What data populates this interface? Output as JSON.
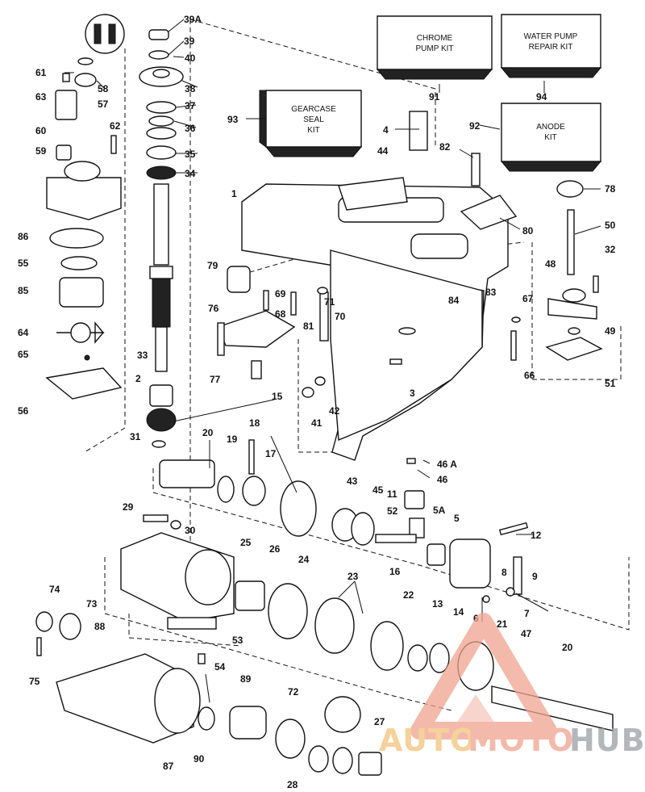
{
  "kits": [
    {
      "id": "chrome",
      "line1": "CHROME",
      "line2": "PUMP KIT",
      "line3": "",
      "number": "91"
    },
    {
      "id": "water",
      "line1": "WATER PUMP",
      "line2": "REPAIR KIT",
      "line3": "",
      "number": "94"
    },
    {
      "id": "anode",
      "line1": "ANODE",
      "line2": "KIT",
      "line3": "",
      "number": "92"
    },
    {
      "id": "gearcase",
      "line1": "GEARCASE",
      "line2": "SEAL",
      "line3": "KIT",
      "number": "93"
    }
  ],
  "labels": [
    "39A",
    "39",
    "40",
    "38",
    "37",
    "36",
    "35",
    "34",
    "61",
    "58",
    "57",
    "63",
    "62",
    "60",
    "59",
    "1",
    "4",
    "44",
    "82",
    "78",
    "50",
    "80",
    "32",
    "48",
    "86",
    "55",
    "85",
    "64",
    "65",
    "56",
    "79",
    "69",
    "68",
    "71",
    "70",
    "81",
    "76",
    "83",
    "84",
    "67",
    "49",
    "51",
    "66",
    "33",
    "77",
    "3",
    "2",
    "41",
    "42",
    "15",
    "31",
    "20",
    "19",
    "18",
    "17",
    "46 A",
    "46",
    "43",
    "45",
    "11",
    "52",
    "5A",
    "5",
    "12",
    "29",
    "30",
    "25",
    "26",
    "24",
    "16",
    "8",
    "9",
    "7",
    "6",
    "21",
    "47",
    "23",
    "22",
    "13",
    "14",
    "74",
    "73",
    "75",
    "88",
    "53",
    "54",
    "20",
    "89",
    "72",
    "27",
    "90",
    "87",
    "28"
  ],
  "watermark": {
    "part1": "AUTO",
    "part2": "MOTO",
    "part3": "HUB",
    "color1": "#f2c27a",
    "color2": "#f0a38f",
    "color3": "#9aa0a6"
  }
}
